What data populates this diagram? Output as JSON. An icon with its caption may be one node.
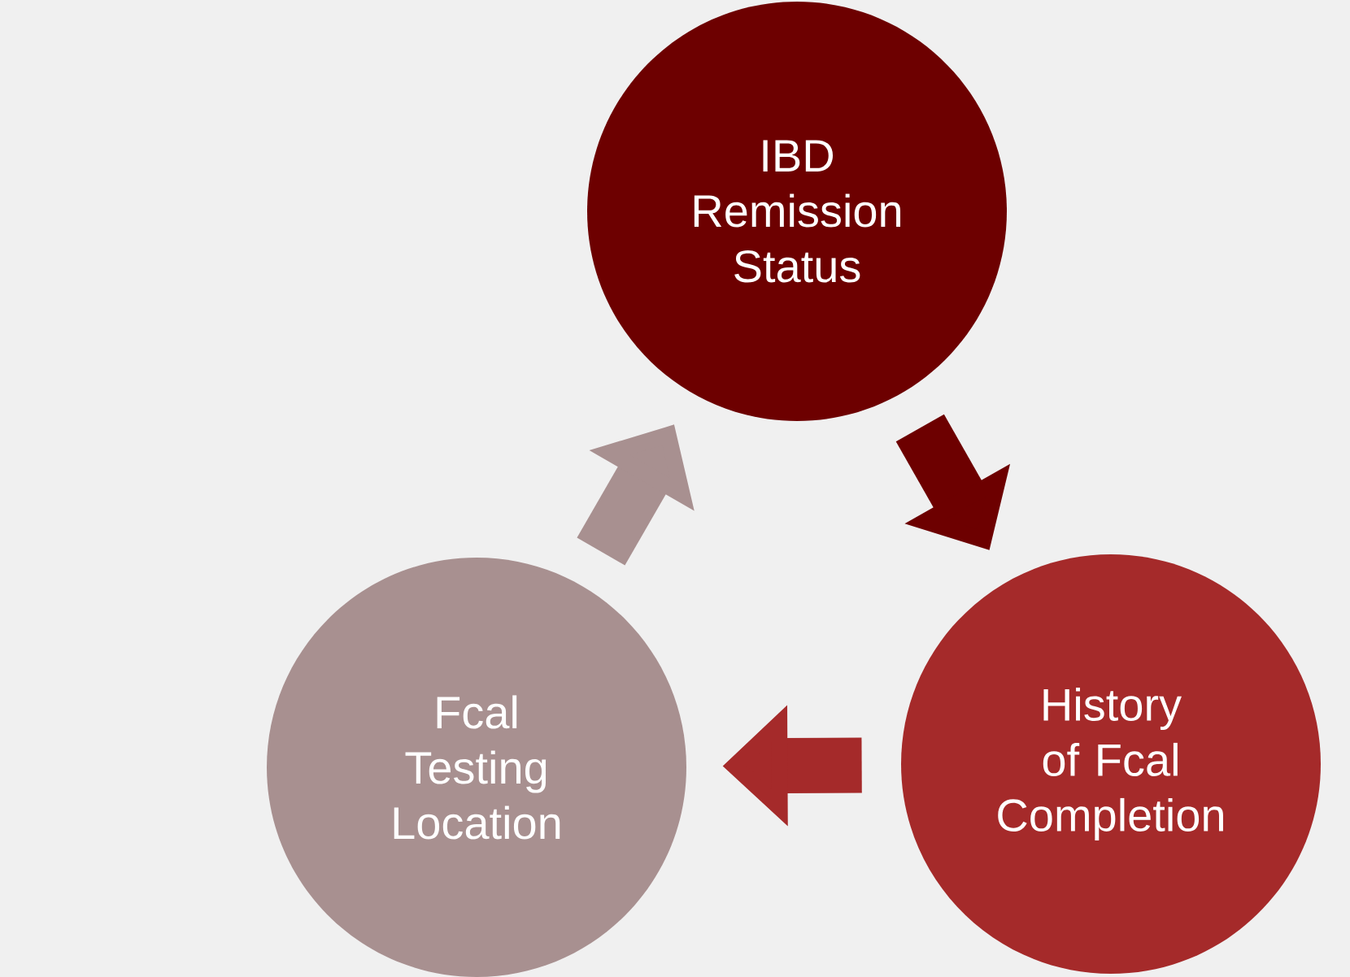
{
  "diagram": {
    "nodes": [
      {
        "text": [
          "IBD Remission Status"
        ]
      },
      {
        "text": [
          "History of Fcal Completion"
        ]
      },
      {
        "text": [
          "Fcal Testing Location"
        ]
      }
    ],
    "edges": [
      {
        "from": 0,
        "to": 1,
        "arrow": "to",
        "color": "#6d0000"
      },
      {
        "from": 1,
        "to": 2,
        "arrow": "to",
        "color": "#a52a2a"
      },
      {
        "from": 2,
        "to": 0,
        "arrow": "to",
        "color": "#a89090"
      }
    ]
  }
}
